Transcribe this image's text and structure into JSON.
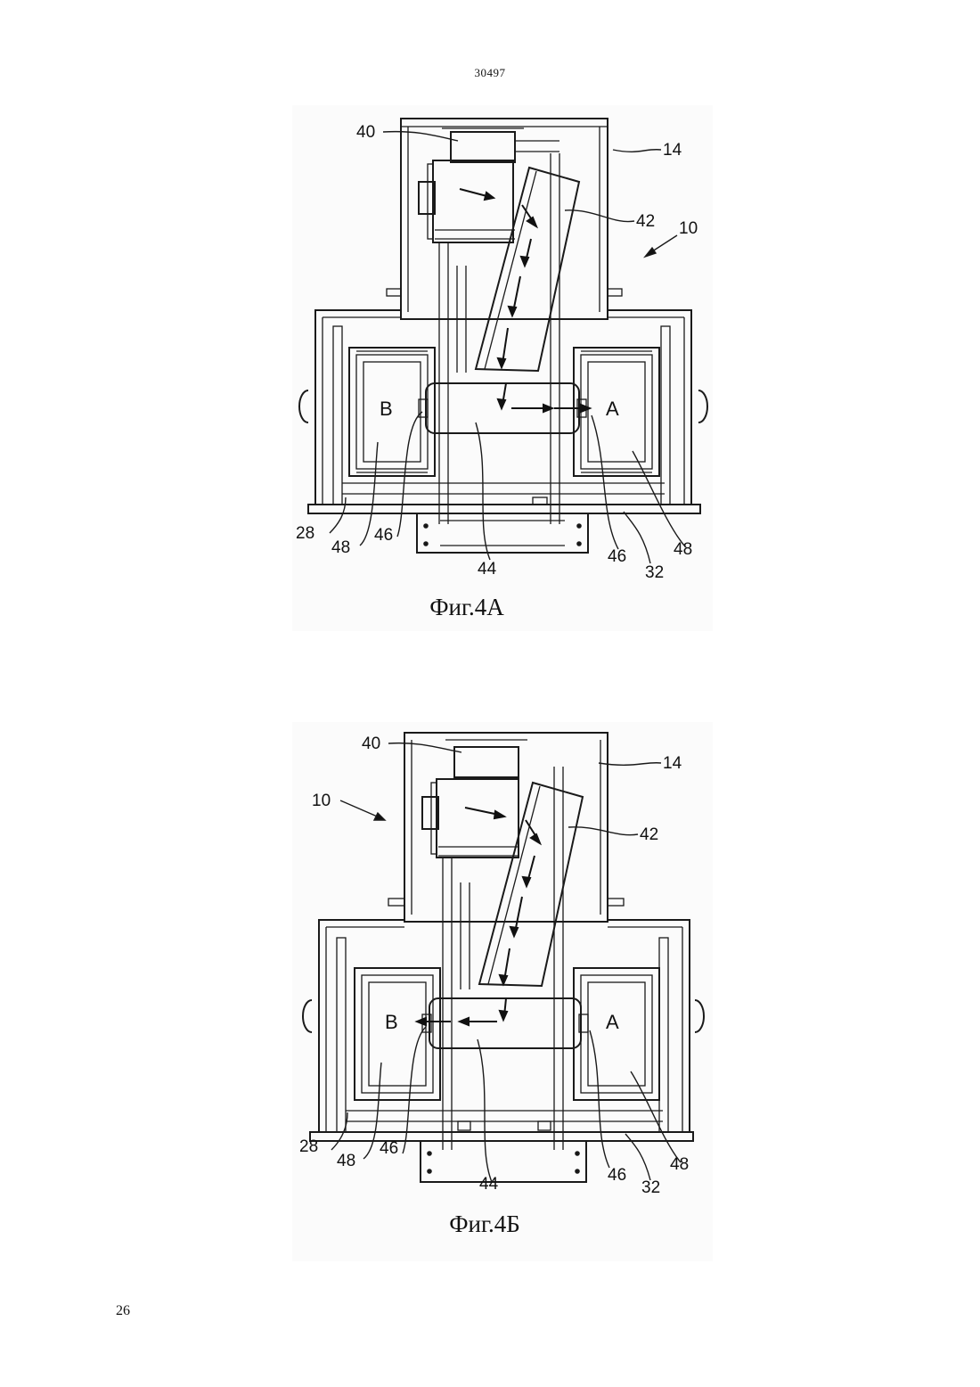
{
  "page": {
    "header": "30497",
    "page_number": "26"
  },
  "figures": [
    {
      "caption": "Фиг.4А",
      "labels": {
        "l40": "40",
        "l14": "14",
        "l42": "42",
        "l10": "10",
        "zone_left": "B",
        "zone_right": "A",
        "l28": "28",
        "l48_left": "48",
        "l46_left": "46",
        "l44": "44",
        "l46_right": "46",
        "l48_right": "48",
        "l32": "32"
      }
    },
    {
      "caption": "Фиг.4Б",
      "labels": {
        "l40": "40",
        "l14": "14",
        "l42": "42",
        "l10": "10",
        "zone_left": "B",
        "zone_right": "A",
        "l28": "28",
        "l48_left": "48",
        "l46_left": "46",
        "l44": "44",
        "l46_right": "46",
        "l48_right": "48",
        "l32": "32"
      }
    }
  ]
}
